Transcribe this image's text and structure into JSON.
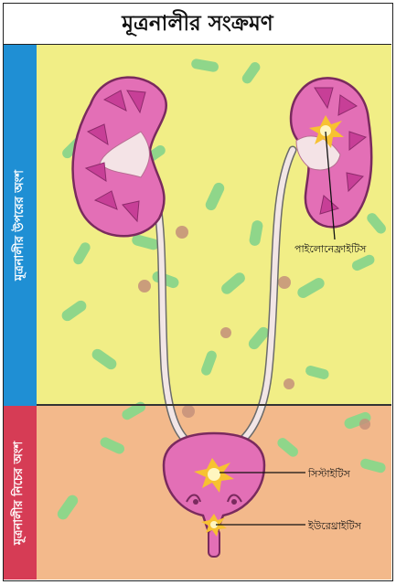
{
  "title": "মূত্রনালীর সংক্রমণ",
  "sections": {
    "upper": "মূত্রনালীর উপরের অংশ",
    "lower": "মূত্রনালীর নিচের অংশ"
  },
  "labels": {
    "pyelonephritis": "পাইলোনেফ্রাইটিস",
    "cystitis": "সিস্টাইটিস",
    "urethritis": "ইউরেথ্রাইটিস"
  },
  "colors": {
    "upper_bg": "#f1ee86",
    "lower_bg": "#f3b98b",
    "upper_band": "#1f8fd4",
    "lower_band": "#d63c55",
    "organ": "#e36fb6",
    "bacteria": "#8fd68a"
  }
}
